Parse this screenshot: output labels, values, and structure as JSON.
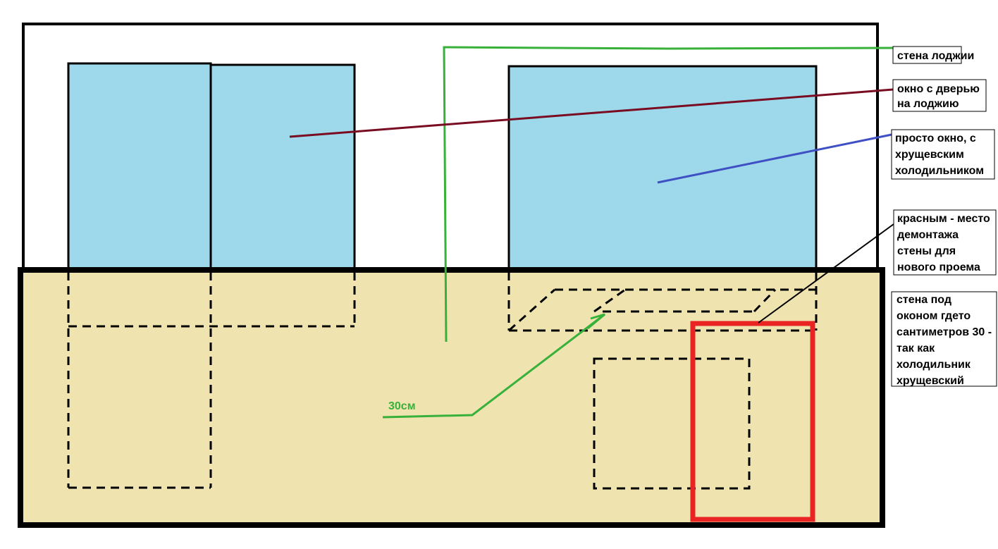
{
  "diagram": {
    "colors": {
      "background": "#ffffff",
      "outline": "#000000",
      "window_fill": "#9dd9ea",
      "wall_fill": "#efe3b0",
      "demolition": "#ea2323",
      "loggia_wall_line": "#38b13a",
      "door_window_line": "#7a0c22",
      "window_line": "#3f4fc4",
      "demolition_line": "#000000",
      "dimension_line": "#38b13a"
    },
    "labels": {
      "loggia_wall": [
        "стена лоджии"
      ],
      "window_with_door": [
        "окно с дверью",
        "на лоджию"
      ],
      "plain_window": [
        "просто окно, с",
        "хрущевским",
        "холодильником"
      ],
      "demolition": [
        "красным - место",
        "демонтажа",
        "стены для",
        "нового проема"
      ],
      "wall_under_window": [
        "стена под",
        "оконом  гдето",
        "сантиметров 30 -",
        "так как",
        "холодильник",
        "хрущевский"
      ]
    },
    "dimension": {
      "text": "30см"
    }
  }
}
